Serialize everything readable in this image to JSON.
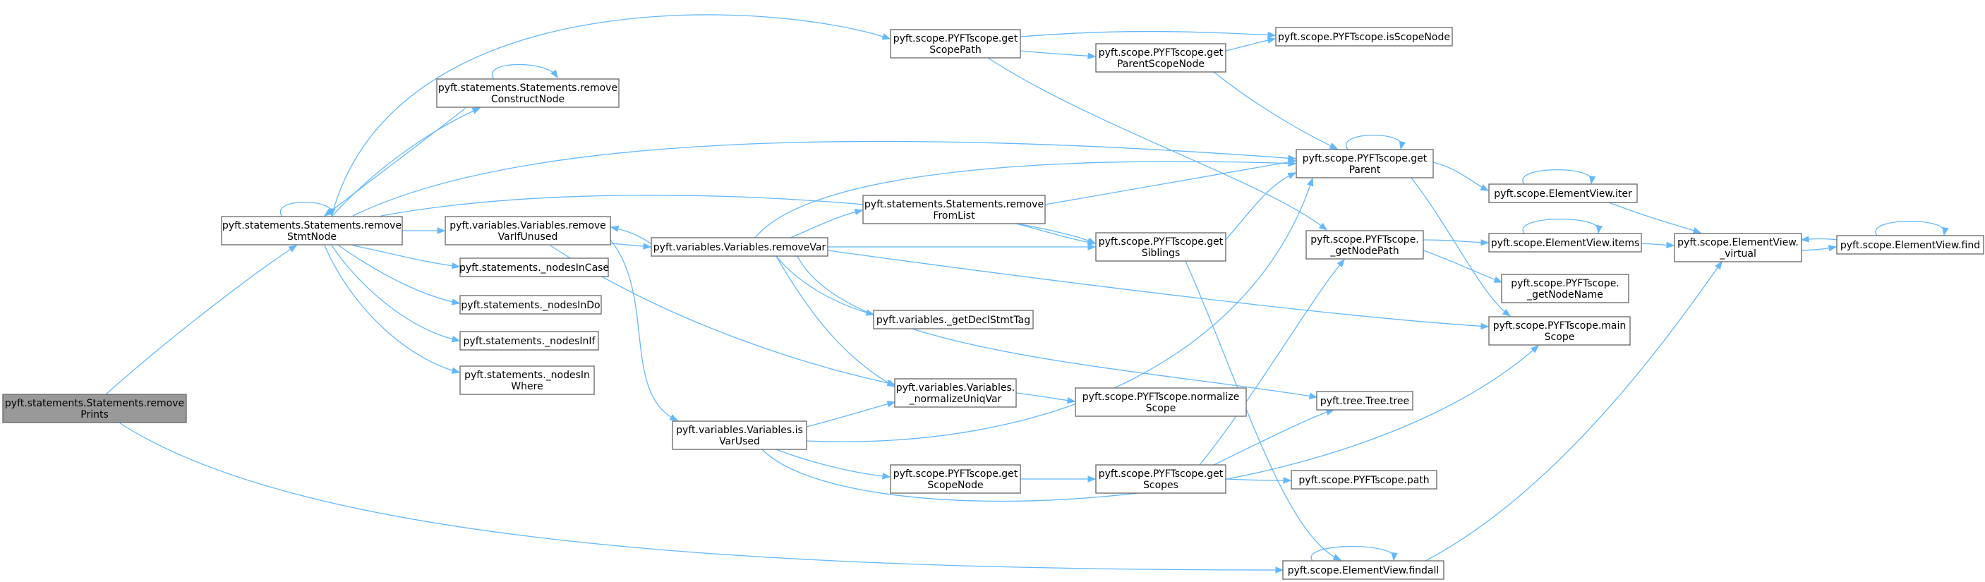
{
  "graph": {
    "colors": {
      "edge": "#63b8ff",
      "node_border": "#666666",
      "root_fill": "#999999",
      "node_fill": "#ffffff"
    },
    "nodes": [
      {
        "id": "n_removePrints",
        "lines": [
          "pyft.statements.Statements.remove",
          "Prints"
        ],
        "root": true
      },
      {
        "id": "n_removeStmtNode",
        "lines": [
          "pyft.statements.Statements.remove",
          "StmtNode"
        ]
      },
      {
        "id": "n_removeConstructNode",
        "lines": [
          "pyft.statements.Statements.remove",
          "ConstructNode"
        ]
      },
      {
        "id": "n_removeVarIfUnused",
        "lines": [
          "pyft.variables.Variables.remove",
          "VarIfUnused"
        ]
      },
      {
        "id": "n_nodesInCase",
        "lines": [
          "pyft.statements._nodesInCase"
        ]
      },
      {
        "id": "n_nodesInDo",
        "lines": [
          "pyft.statements._nodesInDo"
        ]
      },
      {
        "id": "n_nodesInIf",
        "lines": [
          "pyft.statements._nodesInIf"
        ]
      },
      {
        "id": "n_nodesInWhere",
        "lines": [
          "pyft.statements._nodesIn",
          "Where"
        ]
      },
      {
        "id": "n_removeVar",
        "lines": [
          "pyft.variables.Variables.removeVar"
        ]
      },
      {
        "id": "n_isVarUsed",
        "lines": [
          "pyft.variables.Variables.is",
          "VarUsed"
        ]
      },
      {
        "id": "n_getScopePath",
        "lines": [
          "pyft.scope.PYFTscope.get",
          "ScopePath"
        ]
      },
      {
        "id": "n_removeFromList",
        "lines": [
          "pyft.statements.Statements.remove",
          "FromList"
        ]
      },
      {
        "id": "n_getDeclStmtTag",
        "lines": [
          "pyft.variables._getDeclStmtTag"
        ]
      },
      {
        "id": "n_normalizeUniqVar",
        "lines": [
          "pyft.variables.Variables.",
          "_normalizeUniqVar"
        ]
      },
      {
        "id": "n_getScopeNode",
        "lines": [
          "pyft.scope.PYFTscope.get",
          "ScopeNode"
        ]
      },
      {
        "id": "n_getParentScopeNode",
        "lines": [
          "pyft.scope.PYFTscope.get",
          "ParentScopeNode"
        ]
      },
      {
        "id": "n_getSiblings",
        "lines": [
          "pyft.scope.PYFTscope.get",
          "Siblings"
        ]
      },
      {
        "id": "n_normalizeScope",
        "lines": [
          "pyft.scope.PYFTscope.normalize",
          "Scope"
        ]
      },
      {
        "id": "n_getScopes",
        "lines": [
          "pyft.scope.PYFTscope.get",
          "Scopes"
        ]
      },
      {
        "id": "n_isScopeNode",
        "lines": [
          "pyft.scope.PYFTscope.isScopeNode"
        ]
      },
      {
        "id": "n_getParent",
        "lines": [
          "pyft.scope.PYFTscope.get",
          "Parent"
        ]
      },
      {
        "id": "n_getNodePath",
        "lines": [
          "pyft.scope.PYFTscope.",
          "_getNodePath"
        ]
      },
      {
        "id": "n_treeTree",
        "lines": [
          "pyft.tree.Tree.tree"
        ]
      },
      {
        "id": "n_path",
        "lines": [
          "pyft.scope.PYFTscope.path"
        ]
      },
      {
        "id": "n_findall",
        "lines": [
          "pyft.scope.ElementView.findall"
        ]
      },
      {
        "id": "n_iter",
        "lines": [
          "pyft.scope.ElementView.iter"
        ]
      },
      {
        "id": "n_items",
        "lines": [
          "pyft.scope.ElementView.items"
        ]
      },
      {
        "id": "n_getNodeName",
        "lines": [
          "pyft.scope.PYFTscope.",
          "_getNodeName"
        ]
      },
      {
        "id": "n_mainScope",
        "lines": [
          "pyft.scope.PYFTscope.main",
          "Scope"
        ]
      },
      {
        "id": "n_virtual",
        "lines": [
          "pyft.scope.ElementView.",
          "_virtual"
        ]
      },
      {
        "id": "n_find",
        "lines": [
          "pyft.scope.ElementView.find"
        ]
      }
    ]
  }
}
